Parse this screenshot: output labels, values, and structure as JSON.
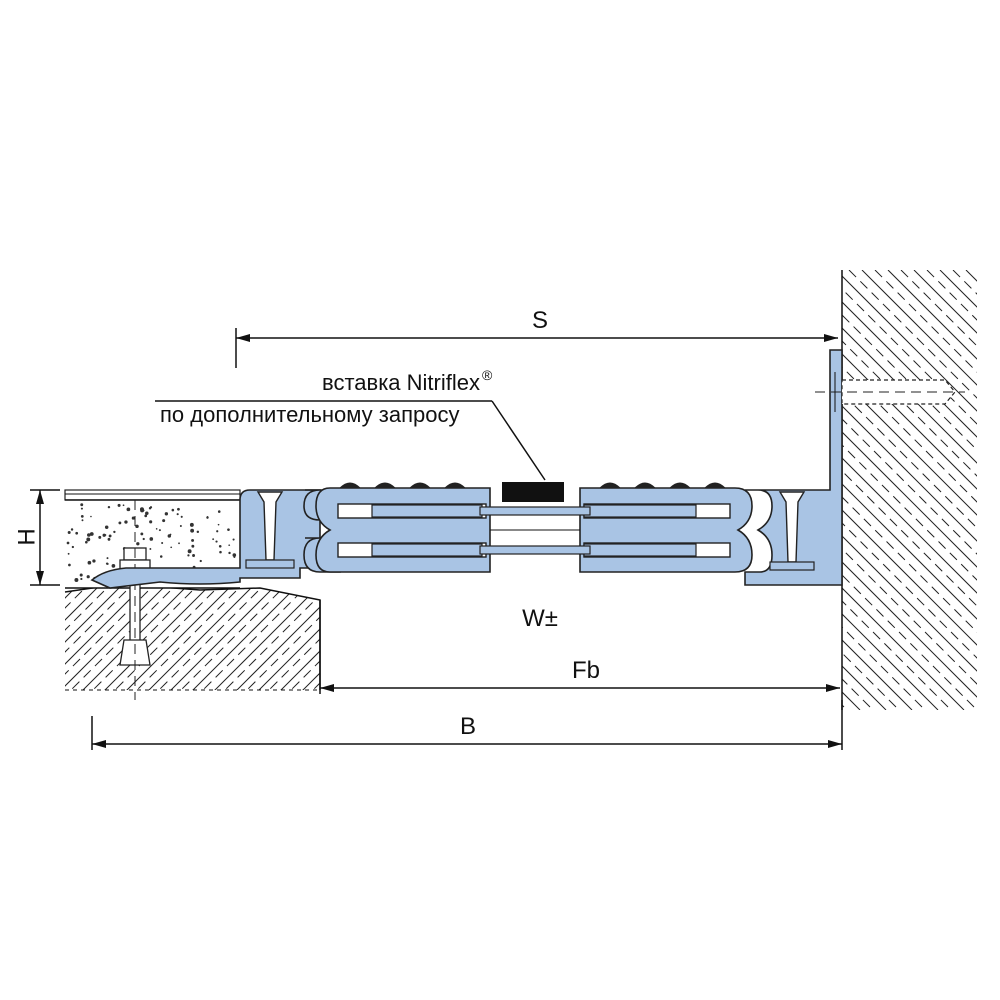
{
  "labels": {
    "s": "S",
    "h": "H",
    "w": "W±",
    "fb": "Fb",
    "b": "B",
    "insert_line1": "вставка Nitriflex",
    "insert_reg": "®",
    "insert_line2": "по дополнительному запросу"
  },
  "colors": {
    "profile": "#a9c4e4",
    "insert": "#111111",
    "line": "#111111"
  }
}
